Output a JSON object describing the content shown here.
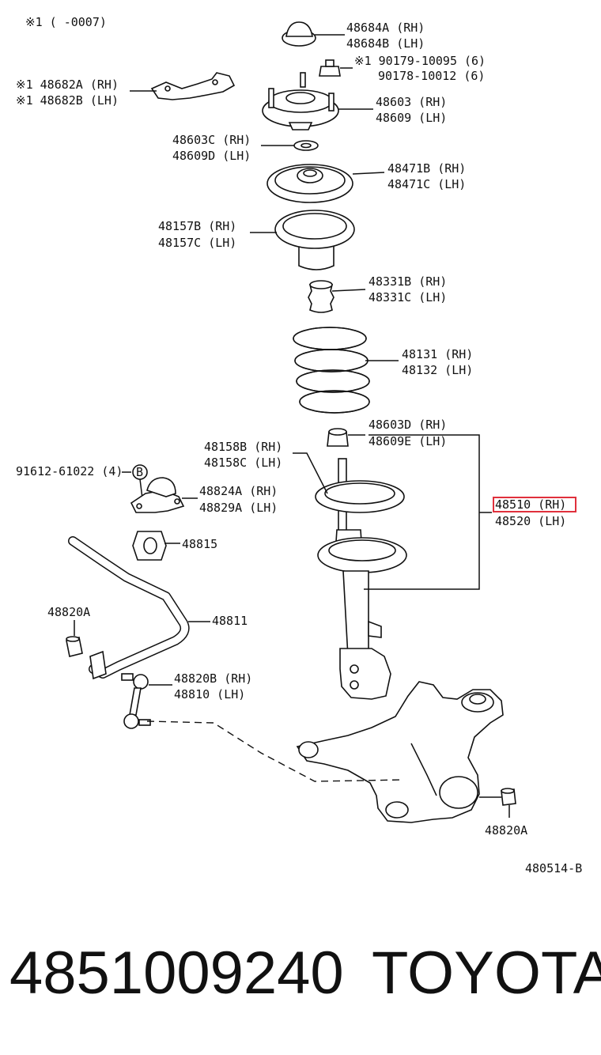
{
  "note_header": "※1  (      -0007)",
  "labels": {
    "l48684a": "48684A (RH)",
    "l48684b": "48684B (LH)",
    "l90179": "※1 90179-10095 (6)",
    "l90178": "90178-10012 (6)",
    "l48682a": "※1 48682A (RH)",
    "l48682b": "※1 48682B (LH)",
    "l48603": "48603 (RH)",
    "l48609": "48609 (LH)",
    "l48603c": "48603C (RH)",
    "l48609d": "48609D (LH)",
    "l48471b": "48471B (RH)",
    "l48471c": "48471C (LH)",
    "l48157b": "48157B (RH)",
    "l48157c": "48157C (LH)",
    "l48331b": "48331B (RH)",
    "l48331c": "48331C (LH)",
    "l48131": "48131 (RH)",
    "l48132": "48132 (LH)",
    "l48603d": "48603D (RH)",
    "l48609e": "48609E (LH)",
    "l48158b": "48158B (RH)",
    "l48158c": "48158C (LH)",
    "l91612": "91612-61022 (4)",
    "lB": "B",
    "l48824a": "48824A (RH)",
    "l48829a": "48829A (LH)",
    "l48510": "48510 (RH)",
    "l48520": "48520 (LH)",
    "l48815": "48815",
    "l48820a_left": "48820A",
    "l48811": "48811",
    "l48820b": "48820B (RH)",
    "l48810": "48810   (LH)",
    "l48820a_right": "48820A",
    "diagram_code": "480514-B"
  },
  "footer": {
    "part_number": "4851009240",
    "brand": "TOYOTA"
  },
  "highlight_color": "#e0303c"
}
